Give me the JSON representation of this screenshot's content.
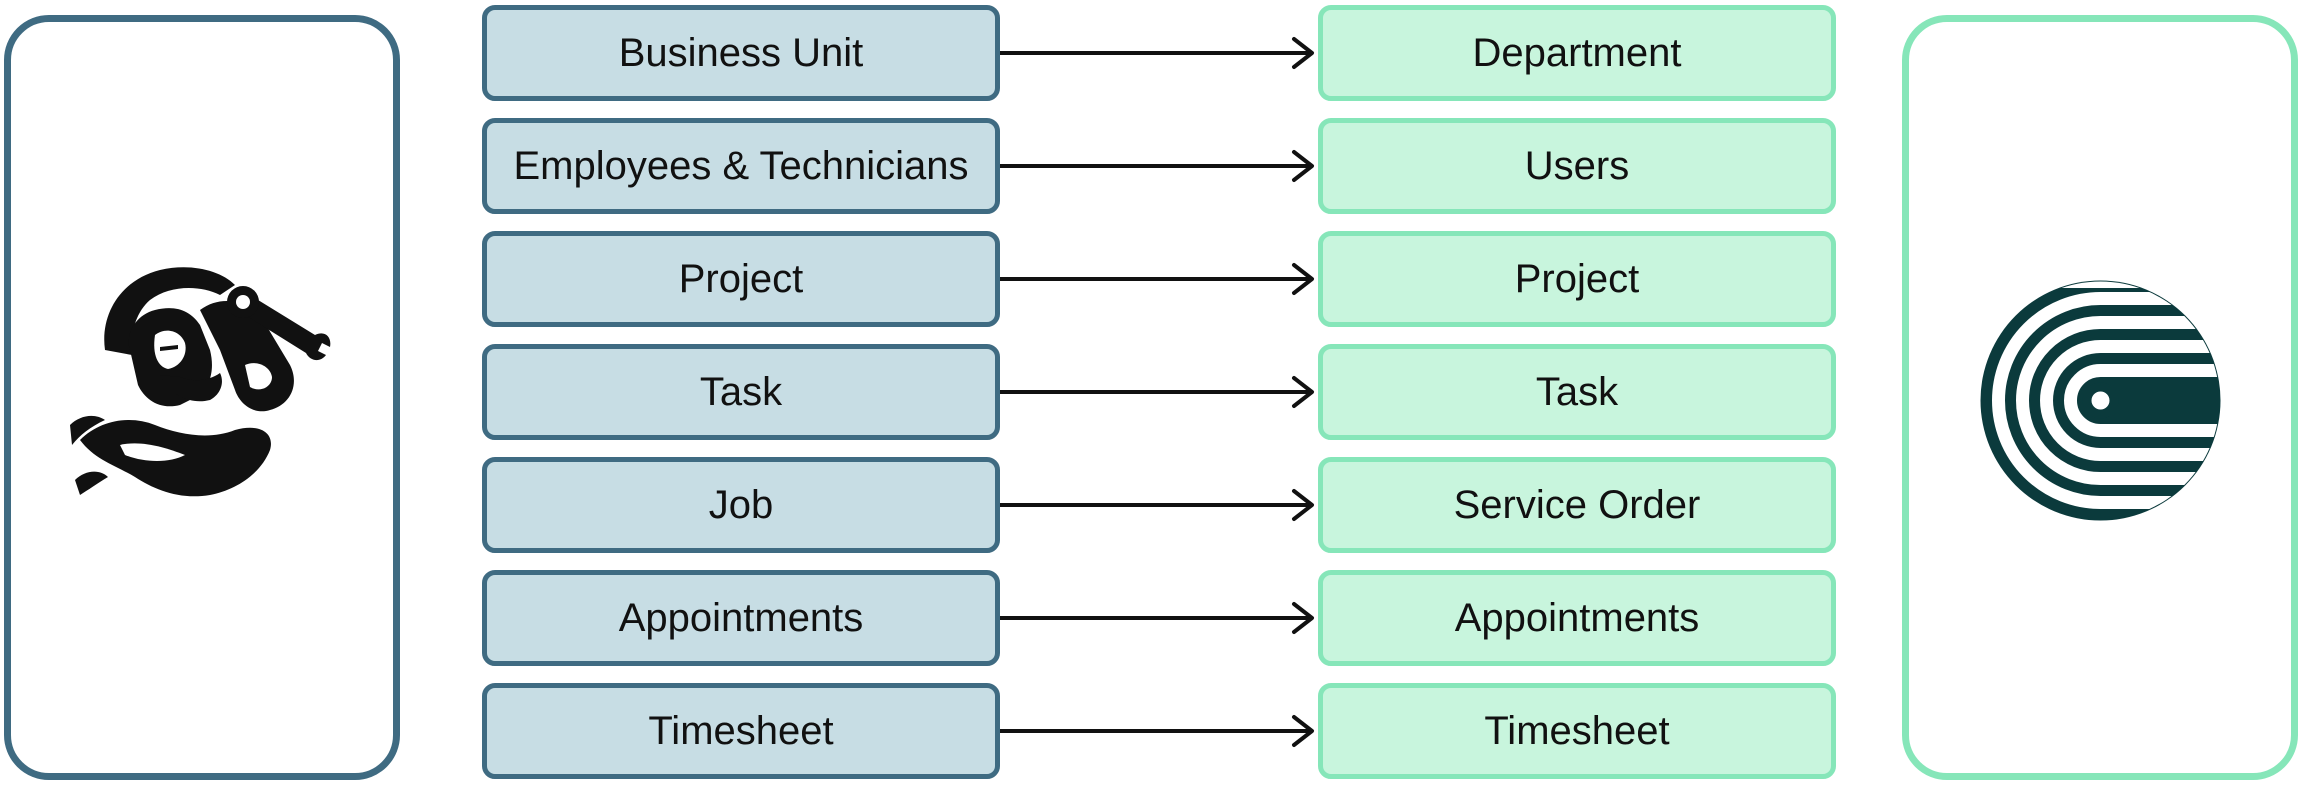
{
  "colors": {
    "source_border": "#3f6b82",
    "source_fill": "#c7dde4",
    "target_border": "#86e6b9",
    "target_fill": "#c8f5dd",
    "arrow": "#111111"
  },
  "source_logo": {
    "icon": "mechanic-with-wrench-logo-icon"
  },
  "target_logo": {
    "icon": "concentric-arcs-logo-icon"
  },
  "mappings": [
    {
      "source": "Business Unit",
      "target": "Department"
    },
    {
      "source": "Employees & Technicians",
      "target": "Users"
    },
    {
      "source": "Project",
      "target": "Project"
    },
    {
      "source": "Task",
      "target": "Task"
    },
    {
      "source": "Job",
      "target": "Service Order"
    },
    {
      "source": "Appointments",
      "target": "Appointments"
    },
    {
      "source": "Timesheet",
      "target": "Timesheet"
    }
  ]
}
